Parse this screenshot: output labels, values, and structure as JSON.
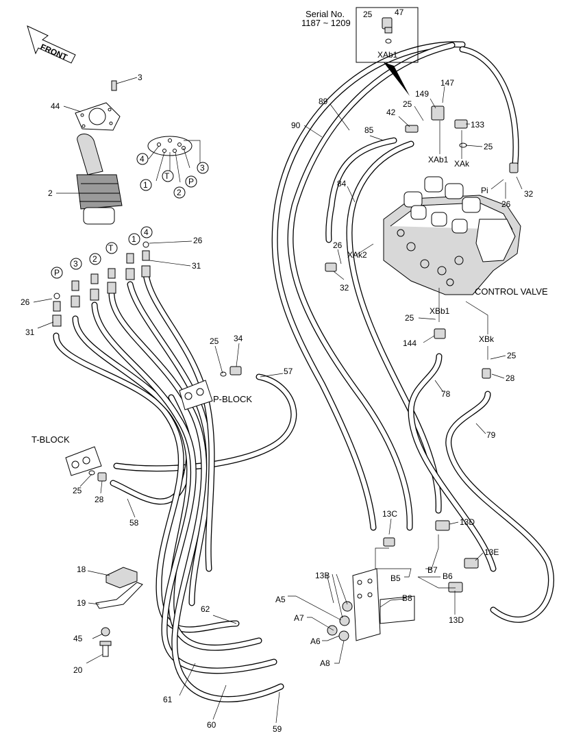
{
  "direction": {
    "front": "FRONT"
  },
  "inset": {
    "serial_label": "Serial No.",
    "serial_range": "1187 ~ 1209",
    "part_25": "25",
    "part_47": "47",
    "port": "XAb1"
  },
  "components": {
    "control_valve": "CONTROL VALVE",
    "p_block": "P-BLOCK",
    "t_block": "T-BLOCK"
  },
  "joystick_ports": {
    "p": "P",
    "t": "T",
    "one": "1",
    "two": "2",
    "three": "3",
    "four": "4"
  },
  "parts": {
    "p2": "2",
    "p3": "3",
    "p44": "44",
    "p18": "18",
    "p19": "19",
    "p45": "45",
    "p20": "20",
    "p26a": "26",
    "p31a": "31",
    "p26b": "26",
    "p31b": "31",
    "p25_pb": "25",
    "p34": "34",
    "p57": "57",
    "p25_tb": "25",
    "p28_tb": "28",
    "p58": "58",
    "p89": "89",
    "p90": "90",
    "p85": "85",
    "p84": "84",
    "p42": "42",
    "p149": "149",
    "p147": "147",
    "p25_v1": "25",
    "p133": "133",
    "p25_v2": "25",
    "p26_pi": "26",
    "p32_pi": "32",
    "p26_k2": "26",
    "p32_k2": "32",
    "p25_bb": "25",
    "p144": "144",
    "p78": "78",
    "p25_bk": "25",
    "p28_bk": "28",
    "p79": "79",
    "p13c": "13C",
    "p13d_a": "13D",
    "p13e": "13E",
    "p13d_b": "13D",
    "p13b": "13B",
    "p62": "62",
    "p61": "61",
    "p60": "60",
    "p59": "59"
  },
  "ports": {
    "xab1": "XAb1",
    "xak": "XAk",
    "pi": "Pi",
    "xak2": "XAk2",
    "xbb1": "XBb1",
    "xbk": "XBk",
    "a5": "A5",
    "a7": "A7",
    "a6": "A6",
    "a8": "A8",
    "b5": "B5",
    "b7": "B7",
    "b6": "B6",
    "b8": "B8"
  }
}
